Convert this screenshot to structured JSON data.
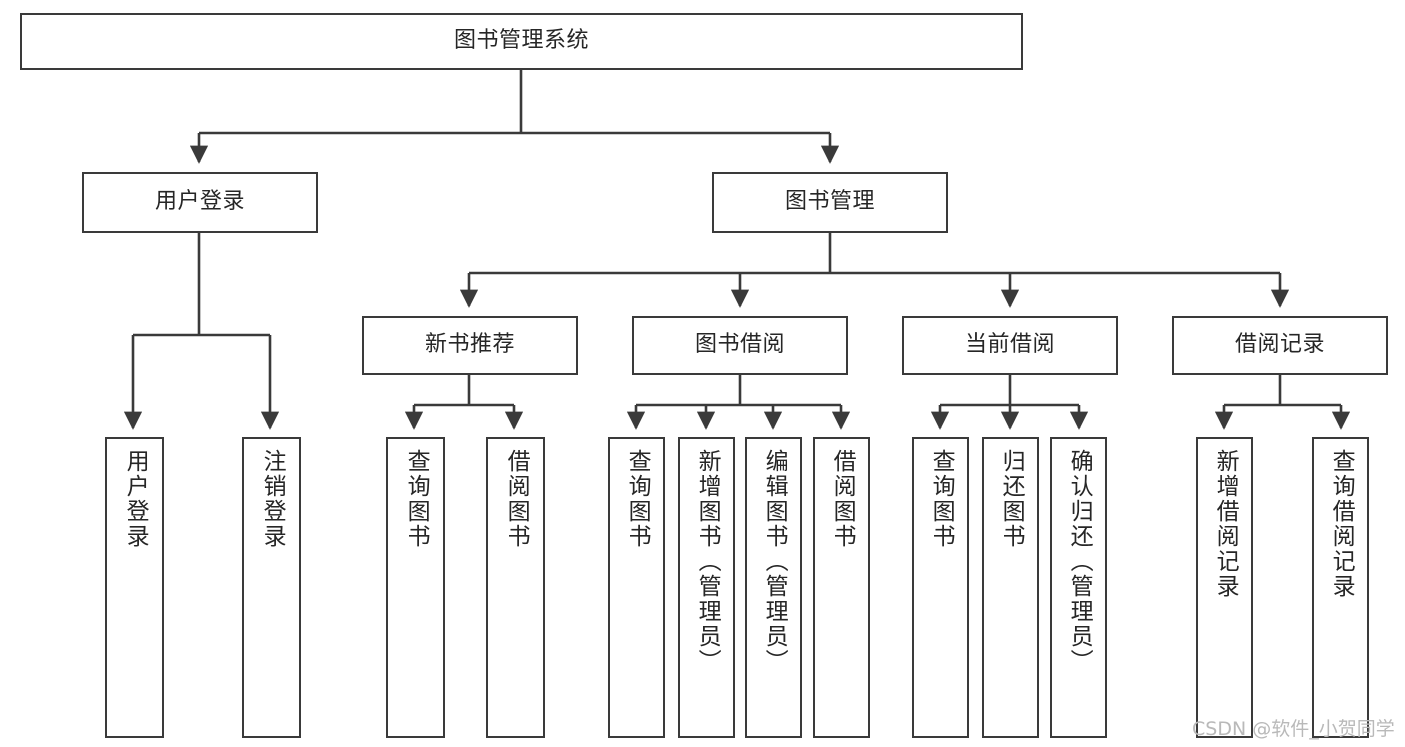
{
  "diagram": {
    "title": "图书管理系统",
    "type": "tree-hierarchy",
    "watermark": "CSDN @软件_小贺同学",
    "colors": {
      "border": "#3a3a3a",
      "background": "#ffffff",
      "text": "#262626",
      "connector": "#3a3a3a",
      "watermark": "#b9b9b9"
    },
    "nodes": {
      "root": {
        "label": "图书管理系统",
        "level": 0
      },
      "level1": [
        {
          "id": "user-login",
          "label": "用户登录"
        },
        {
          "id": "book-manage",
          "label": "图书管理"
        }
      ],
      "level2": [
        {
          "id": "new-book-recommend",
          "label": "新书推荐",
          "parent": "book-manage"
        },
        {
          "id": "book-borrow",
          "label": "图书借阅",
          "parent": "book-manage"
        },
        {
          "id": "current-borrow",
          "label": "当前借阅",
          "parent": "book-manage"
        },
        {
          "id": "borrow-record",
          "label": "借阅记录",
          "parent": "book-manage"
        }
      ],
      "leaves": [
        {
          "id": "leaf-user-login",
          "label": "用户登录",
          "parent": "user-login"
        },
        {
          "id": "leaf-logout",
          "label": "注销登录",
          "parent": "user-login"
        },
        {
          "id": "leaf-query-book-1",
          "label": "查询图书",
          "parent": "new-book-recommend"
        },
        {
          "id": "leaf-borrow-book-1",
          "label": "借阅图书",
          "parent": "new-book-recommend"
        },
        {
          "id": "leaf-query-book-2",
          "label": "查询图书",
          "parent": "book-borrow"
        },
        {
          "id": "leaf-add-book",
          "label": "新增图书（管理员）",
          "parent": "book-borrow"
        },
        {
          "id": "leaf-edit-book",
          "label": "编辑图书（管理员）",
          "parent": "book-borrow"
        },
        {
          "id": "leaf-borrow-book-2",
          "label": "借阅图书",
          "parent": "book-borrow"
        },
        {
          "id": "leaf-query-book-3",
          "label": "查询图书",
          "parent": "current-borrow"
        },
        {
          "id": "leaf-return-book",
          "label": "归还图书",
          "parent": "current-borrow"
        },
        {
          "id": "leaf-confirm-return",
          "label": "确认归还（管理员）",
          "parent": "current-borrow"
        },
        {
          "id": "leaf-add-record",
          "label": "新增借阅记录",
          "parent": "borrow-record"
        },
        {
          "id": "leaf-query-record",
          "label": "查询借阅记录",
          "parent": "borrow-record"
        }
      ]
    }
  }
}
